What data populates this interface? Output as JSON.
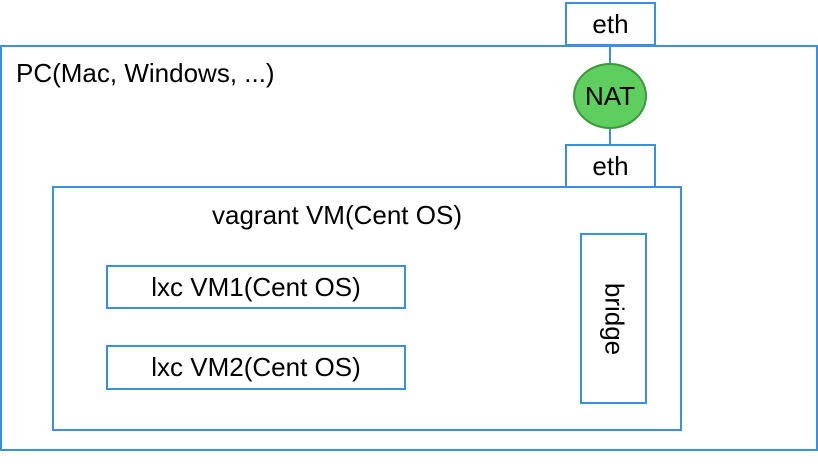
{
  "diagram": {
    "pc_label": "PC(Mac, Windows, ...)",
    "eth_top_label": "eth",
    "nat_label": "NAT",
    "eth_bottom_label": "eth",
    "vagrant_label": "vagrant VM(Cent OS)",
    "bridge_label": "bridge",
    "lxc_vm1_label": "lxc VM1(Cent OS)",
    "lxc_vm2_label": "lxc VM2(Cent OS)"
  },
  "colors": {
    "border": "#3a8fe0",
    "nat_fill": "#5ecf5e",
    "nat_border": "#3a9a3a"
  }
}
